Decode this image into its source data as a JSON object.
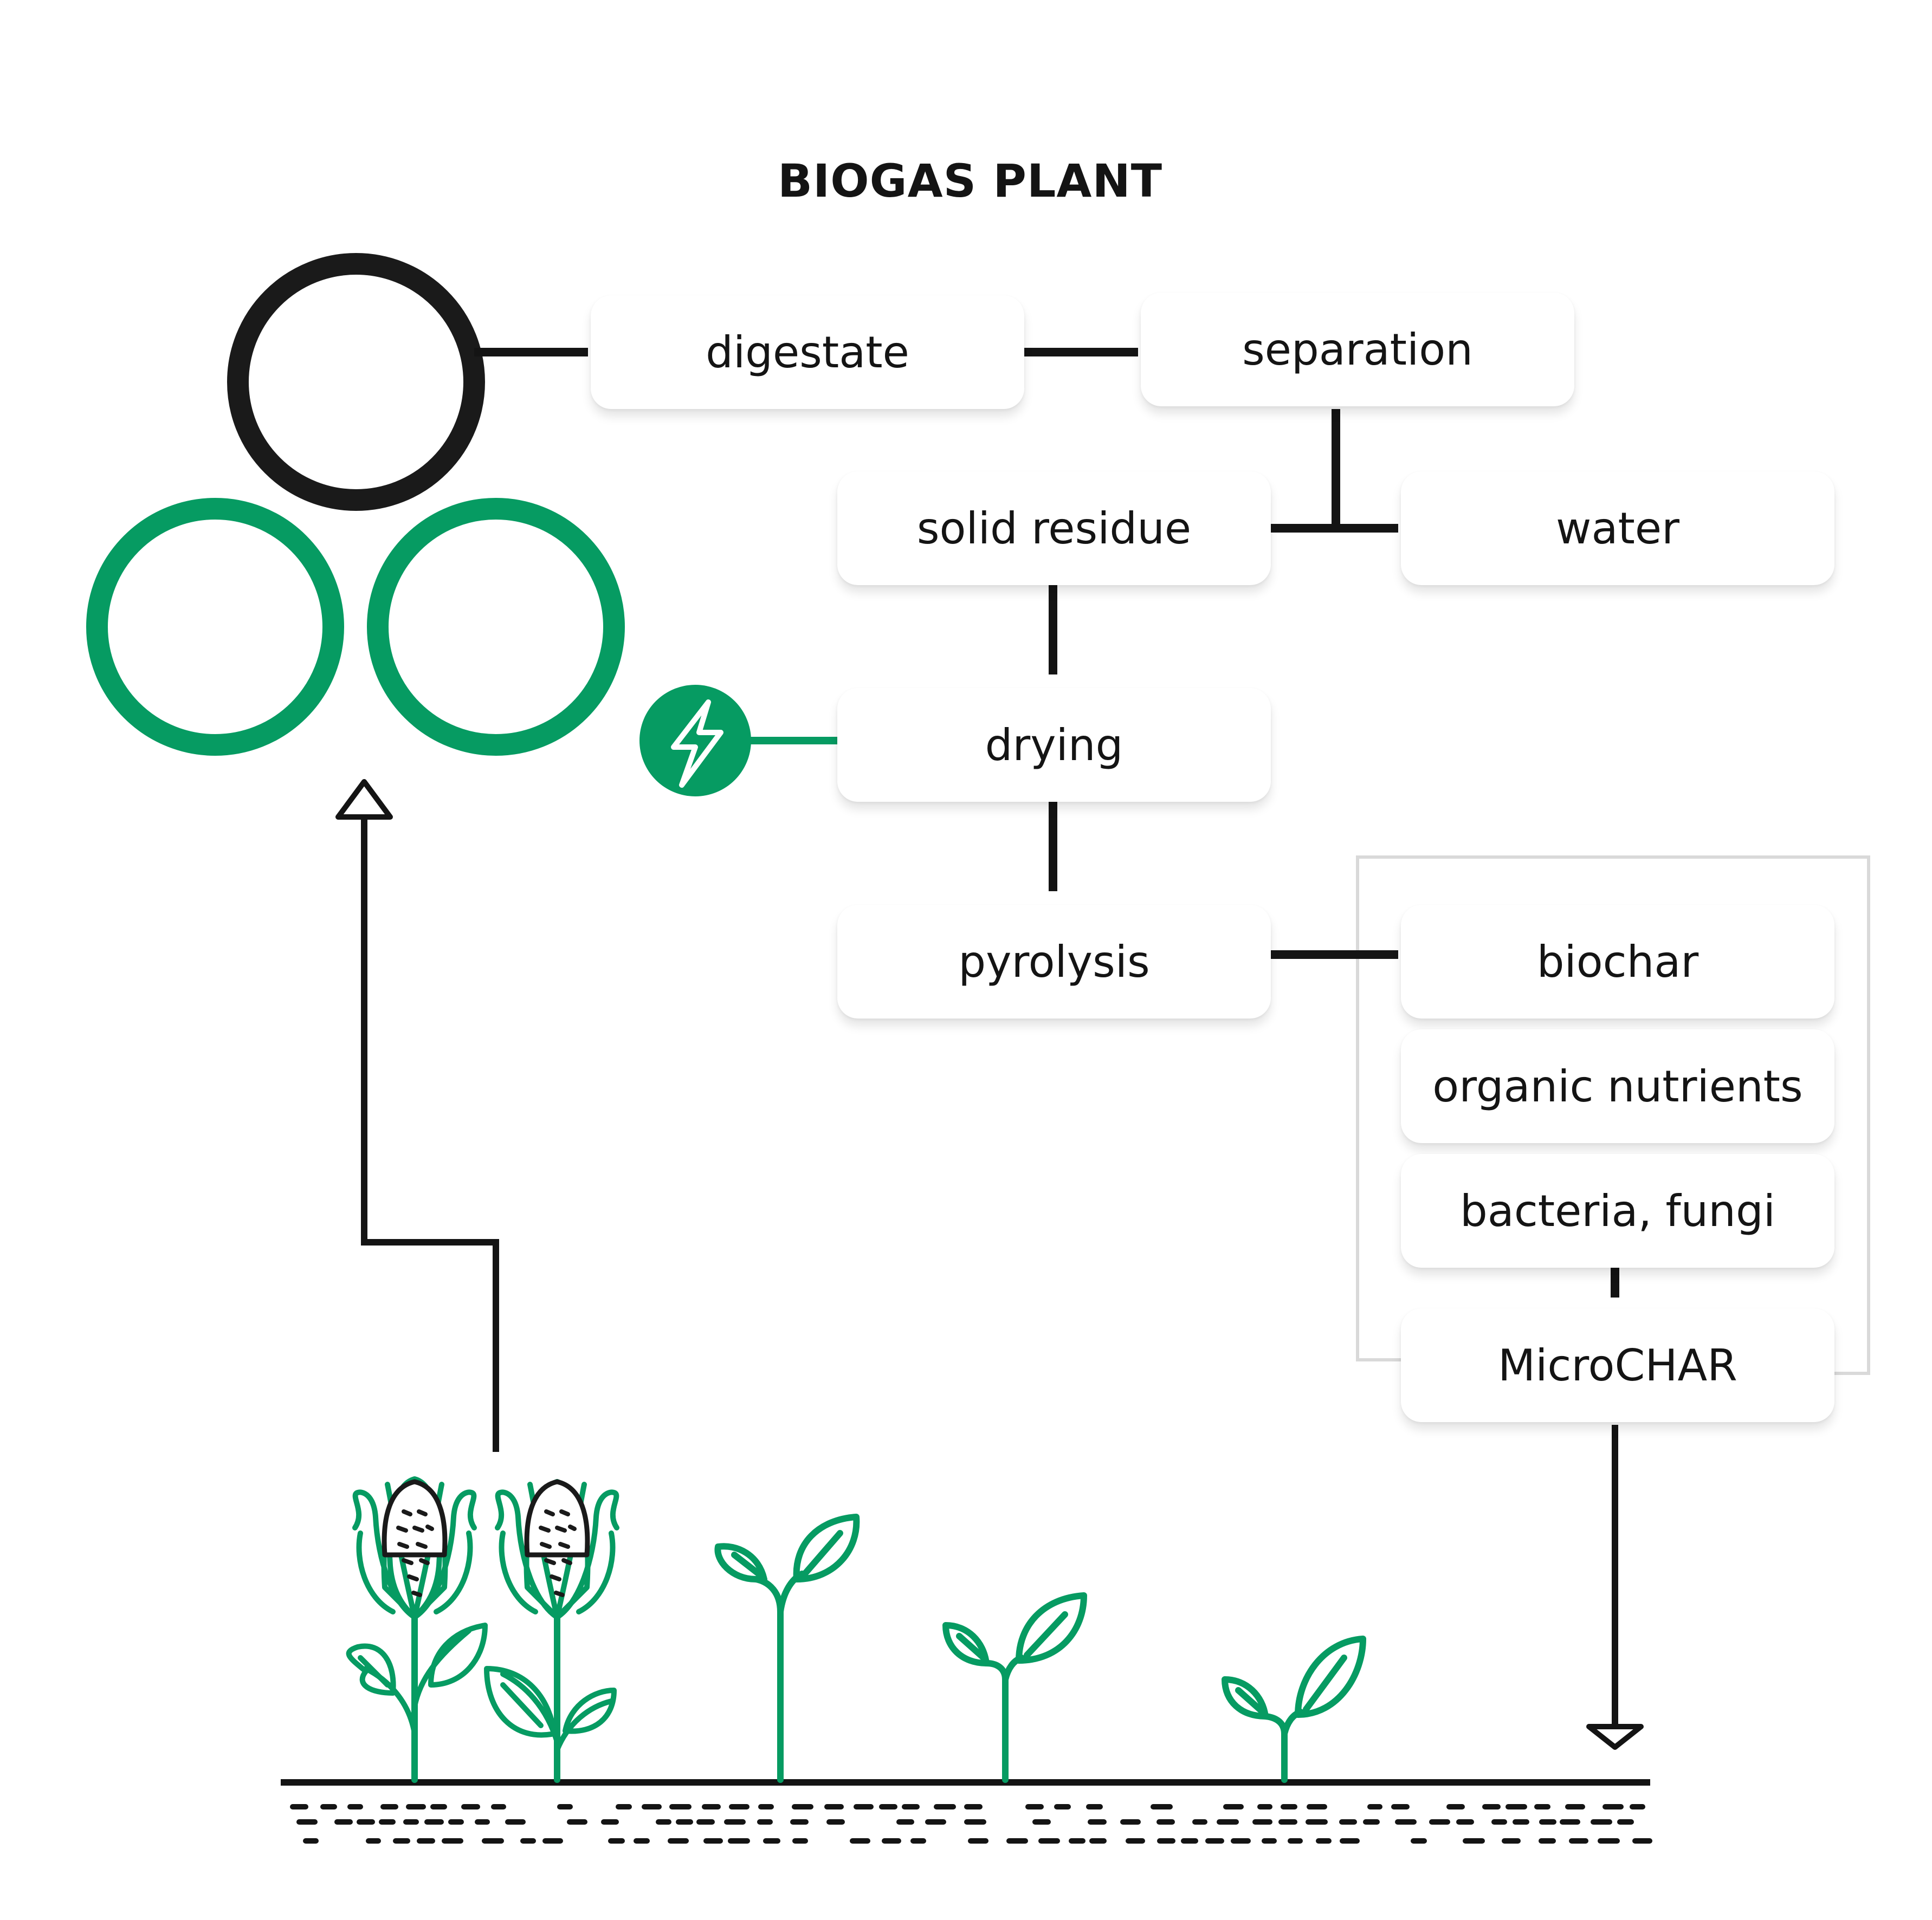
{
  "title": "BIOGAS PLANT",
  "nodes": {
    "digestate": "digestate",
    "separation": "separation",
    "solid_residue": "solid residue",
    "water": "water",
    "drying": "drying",
    "pyrolysis": "pyrolysis",
    "biochar": "biochar",
    "organic_nutrients": "organic nutrients",
    "bacteria_fungi": "bacteria, fungi",
    "microchar": "MicroCHAR"
  },
  "colors": {
    "green": "#069b62",
    "black": "#1a1a1a",
    "box_group_border": "#d9d9d9"
  },
  "icons": {
    "energy": "lightning-bolt-icon",
    "digester_tanks": "circle-tank-icons",
    "crops": "corn-and-sprout-icons"
  }
}
